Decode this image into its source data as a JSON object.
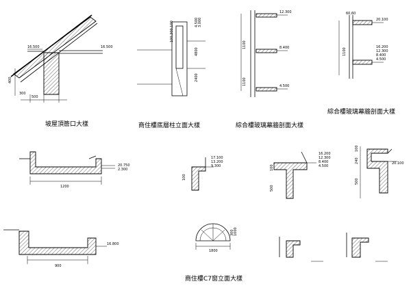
{
  "titles": {
    "eave_detail": "坡屋頂簷口大樣",
    "column_elevation": "商住樓底層柱立面大樣",
    "curtain_section_1": "綜合樓玻璃幕牆剖面大樣",
    "curtain_section_2": "綜合樓玻璃幕牆剖面大樣",
    "window_elevation": "商住樓C7窗立面大樣"
  },
  "labels": {
    "eave_elev_1": "16.500",
    "eave_elev_2": "16.500",
    "eave_dim_400": "400",
    "eave_dim_300": "300",
    "eave_dim_500": "500",
    "col_elev_top": "4.500",
    "col_elev_mid": "3.000",
    "col_dim_1": "100,300,100",
    "col_dim_4800": "4800",
    "col_dim_2400": "2400",
    "cs1_elev_1": "12.300",
    "cs1_elev_2": "8.400",
    "cs1_elev_3": "4.500",
    "cs1_dim_1100a": "1100",
    "cs1_dim_1100b": "1100",
    "cs2_top_dim": "60,60",
    "cs2_elev_1": "20.100",
    "cs2_elev_2": "16.200",
    "cs2_elev_3": "12.300",
    "cs2_elev_4": "8.400",
    "cs2_elev_5": "4.500",
    "cs2_dim_1100": "1100",
    "sill_elev_1": "20.750",
    "sill_elev_2": "2.300",
    "sill_dim_1200": "1200",
    "sm_elev_1": "17.100",
    "sm_elev_2": "13.200",
    "sm_elev_3": "9.300",
    "sm_dim_100": "100",
    "cnr_elev_1": "16.200",
    "cnr_elev_2": "12.300",
    "cnr_elev_3": "8.400",
    "cnr_elev_4": "4.500",
    "cnr_dim_500": "500",
    "cnr_dim_100": "100",
    "stk_elev": "20.100",
    "stk_dim_240": "240",
    "stk_dim_500": "500",
    "stk_dim_100": "100",
    "lsill_elev": "16.800",
    "lsill_dim_900": "900",
    "arch_dim_1800": "1800",
    "arch_dim_v": "300",
    "arch_dim_h": "1000"
  }
}
